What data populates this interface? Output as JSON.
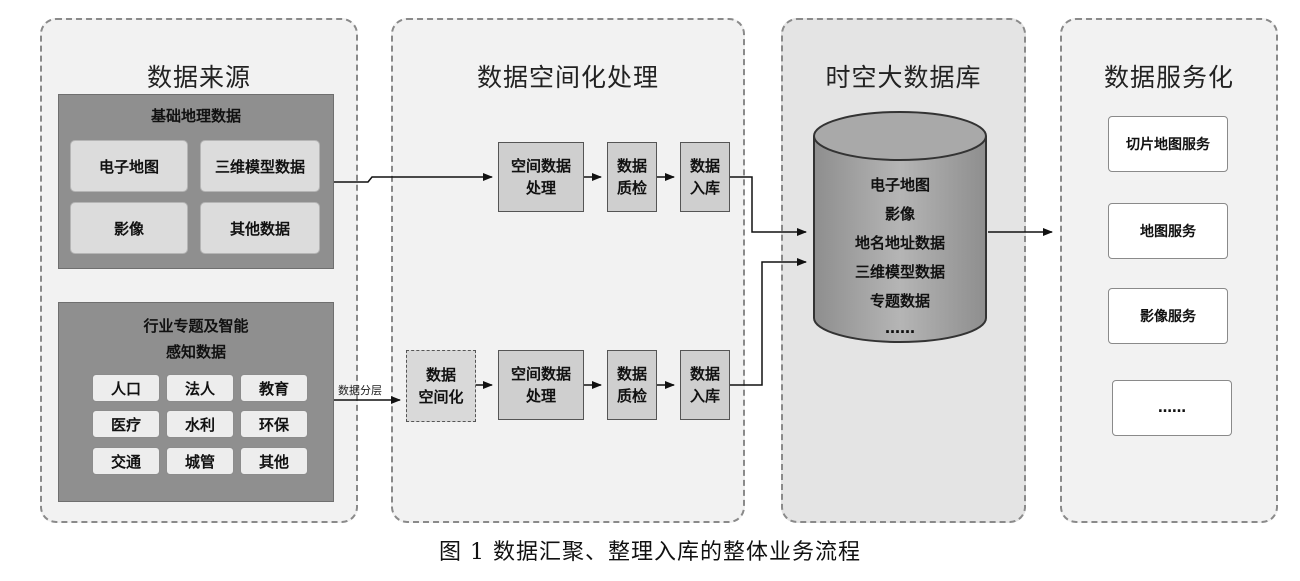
{
  "panels": {
    "sources": {
      "title": "数据来源"
    },
    "processing": {
      "title": "数据空间化处理"
    },
    "database": {
      "title": "时空大数据库"
    },
    "services": {
      "title": "数据服务化"
    }
  },
  "base_geo": {
    "title": "基础地理数据",
    "items": [
      "电子地图",
      "三维模型数据",
      "影像",
      "其他数据"
    ]
  },
  "industry": {
    "title_line1": "行业专题及智能",
    "title_line2": "感知数据",
    "items": [
      "人口",
      "法人",
      "教育",
      "医疗",
      "水利",
      "环保",
      "交通",
      "城管",
      "其他"
    ]
  },
  "layer_label": "数据分层",
  "flow_top": {
    "spatial_process": [
      "空间数据",
      "处理"
    ],
    "quality_check": [
      "数据",
      "质检"
    ],
    "warehouse": [
      "数据",
      "入库"
    ]
  },
  "flow_bottom": {
    "spatialize": [
      "数据",
      "空间化"
    ],
    "spatial_process": [
      "空间数据",
      "处理"
    ],
    "quality_check": [
      "数据",
      "质检"
    ],
    "warehouse": [
      "数据",
      "入库"
    ]
  },
  "database_items": [
    "电子地图",
    "影像",
    "地名地址数据",
    "三维模型数据",
    "专题数据",
    "……"
  ],
  "services": [
    "切片地图服务",
    "地图服务",
    "影像服务",
    "……"
  ],
  "caption": "图 1  数据汇聚、整理入库的整体业务流程"
}
